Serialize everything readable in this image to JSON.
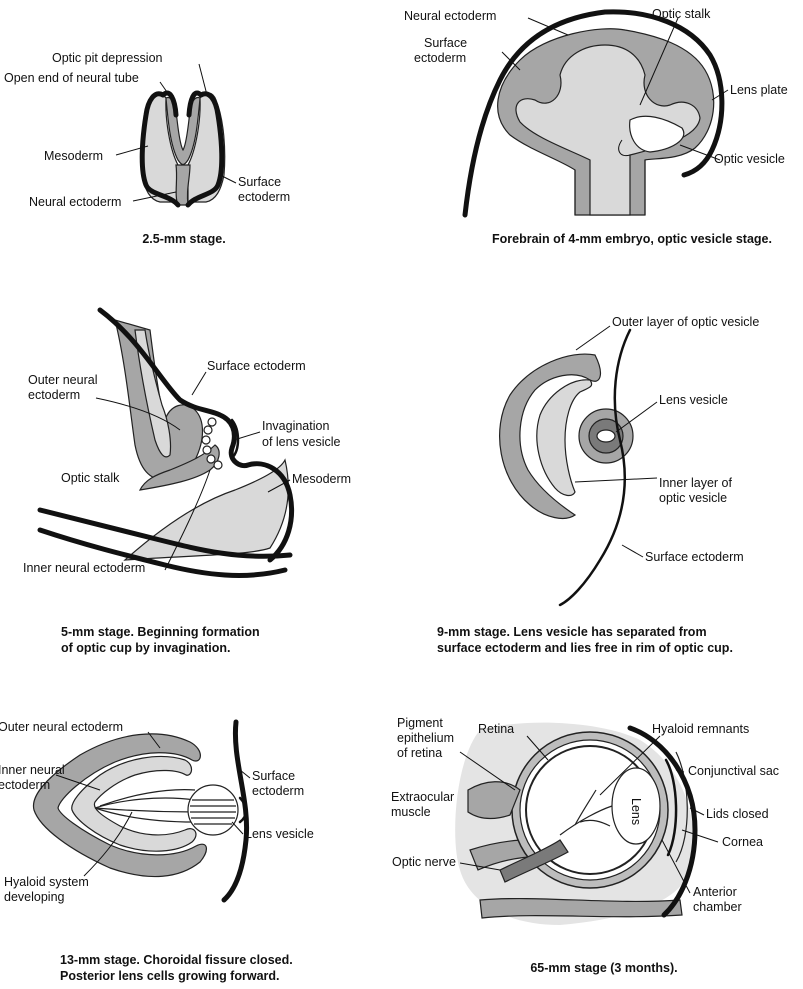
{
  "panels": [
    {
      "caption": [
        "2.5-mm stage."
      ],
      "labels": {
        "optic_pit": "Optic pit depression",
        "open_end": "Open end of neural tube",
        "mesoderm": "Mesoderm",
        "surface": [
          "Surface",
          "ectoderm"
        ],
        "neural": "Neural ectoderm"
      }
    },
    {
      "caption": [
        "Forebrain of 4-mm embryo, optic vesicle stage."
      ],
      "labels": {
        "neural": "Neural ectoderm",
        "surface": [
          "Surface",
          "ectoderm"
        ],
        "optic_stalk": "Optic stalk",
        "lens_plate": "Lens plate",
        "optic_vesicle": "Optic vesicle"
      }
    },
    {
      "caption": [
        "5-mm stage. Beginning formation",
        "of optic cup by invagination."
      ],
      "labels": {
        "surface": "Surface ectoderm",
        "outer_neural": [
          "Outer neural",
          "ectoderm"
        ],
        "invagination": [
          "Invagination",
          "of lens vesicle"
        ],
        "optic_stalk": "Optic stalk",
        "mesoderm": "Mesoderm",
        "inner_neural": "Inner neural ectoderm"
      }
    },
    {
      "caption": [
        "9-mm stage. Lens vesicle has separated from",
        "surface ectoderm and lies free in rim of optic cup."
      ],
      "labels": {
        "outer_layer": "Outer layer of optic vesicle",
        "lens_vesicle": "Lens vesicle",
        "inner_layer": [
          "Inner layer of",
          "optic vesicle"
        ],
        "surface": "Surface ectoderm"
      }
    },
    {
      "caption": [
        "13-mm stage. Choroidal fissure closed.",
        "Posterior lens cells growing forward."
      ],
      "labels": {
        "outer_neural": "Outer neural ectoderm",
        "inner_neural": [
          "Inner neural",
          "ectoderm"
        ],
        "surface": [
          "Surface",
          "ectoderm"
        ],
        "lens_vesicle": "Lens vesicle",
        "hyaloid": [
          "Hyaloid system",
          "developing"
        ]
      }
    },
    {
      "caption": [
        "65-mm stage (3 months)."
      ],
      "labels": {
        "pigment": [
          "Pigment",
          "epithelium",
          "of retina"
        ],
        "retina": "Retina",
        "hyaloid_remnants": "Hyaloid remnants",
        "conjunctival": "Conjunctival sac",
        "lids": "Lids closed",
        "extraocular": [
          "Extraocular",
          "muscle"
        ],
        "lens": "Lens",
        "cornea": "Cornea",
        "optic_nerve": "Optic nerve",
        "anterior": [
          "Anterior",
          "chamber"
        ]
      }
    }
  ]
}
